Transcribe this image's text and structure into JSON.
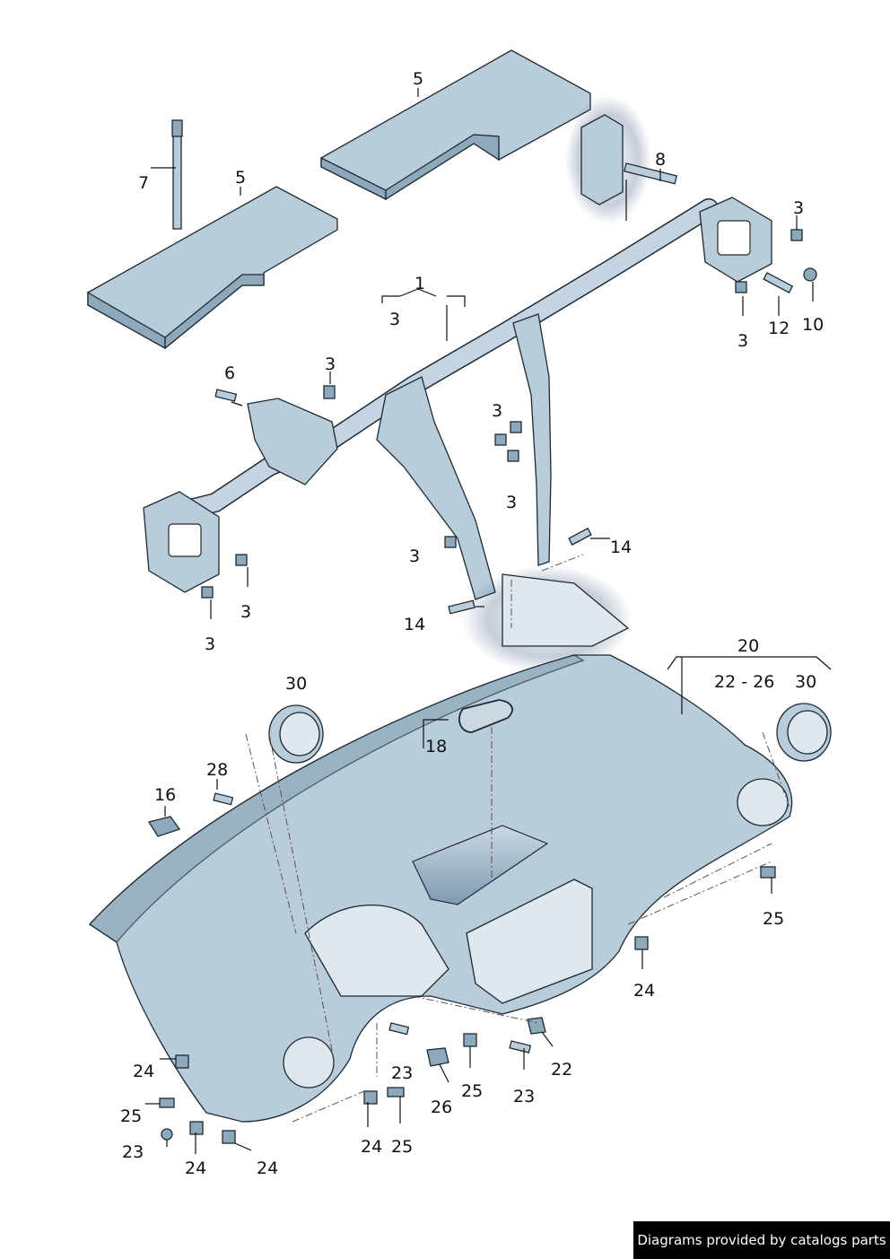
{
  "callouts": {
    "c1": "1",
    "c3_sub": "3",
    "c5a": "5",
    "c5b": "5",
    "c7": "7",
    "c8": "8",
    "c3_tr1": "3",
    "c3_tr2": "3",
    "c12": "12",
    "c10": "10",
    "c6": "6",
    "c3_m1": "3",
    "c3_m2": "3",
    "c3_m3": "3",
    "c3_m4": "3",
    "c3_l1": "3",
    "c3_l2": "3",
    "c14a": "14",
    "c14b": "14",
    "c20": "20",
    "c20_sub": "22 - 26",
    "c30a": "30",
    "c30b": "30",
    "c18": "18",
    "c28": "28",
    "c16": "16",
    "c25a": "25",
    "c24a": "24",
    "c24b": "24",
    "c25b": "25",
    "c23a": "23",
    "c24c": "24",
    "c24d": "24",
    "c23b": "23",
    "c26": "26",
    "c25c": "25",
    "c24e": "24",
    "c25d": "25",
    "c22": "22",
    "c23c": "23"
  },
  "credit": "Diagrams provided by catalogs parts",
  "colors": {
    "part": "#b9ccd9",
    "part_dark": "#8ea9bb",
    "outline": "#1d2a33",
    "highlight": "#1f3c6e"
  }
}
